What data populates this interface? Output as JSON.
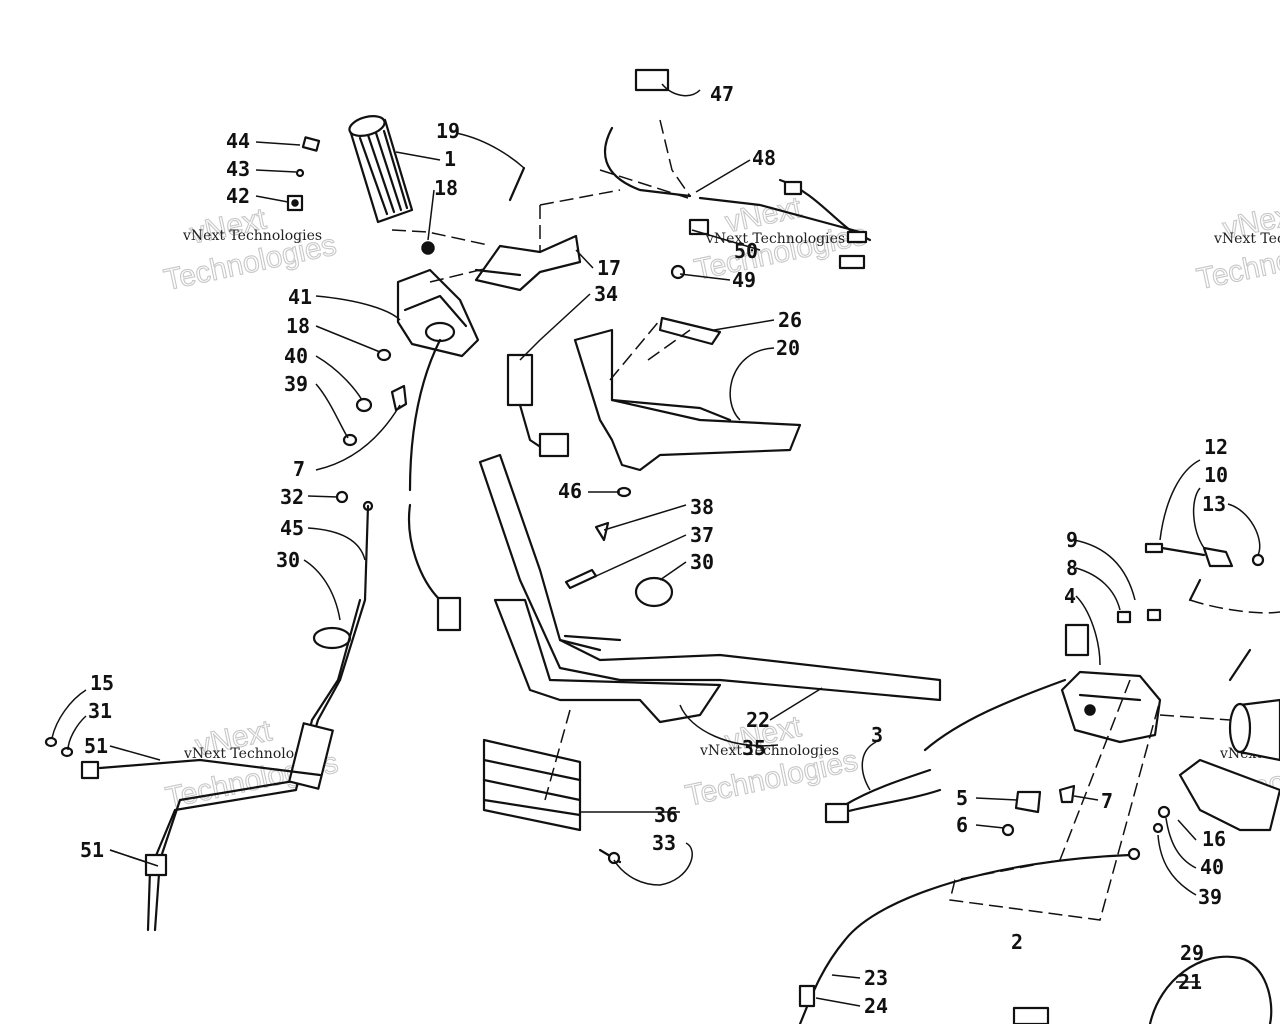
{
  "diagram": {
    "callouts": [
      {
        "id": "c1",
        "text": "1"
      },
      {
        "id": "c2",
        "text": "2"
      },
      {
        "id": "c3",
        "text": "3"
      },
      {
        "id": "c4",
        "text": "4"
      },
      {
        "id": "c5",
        "text": "5"
      },
      {
        "id": "c6",
        "text": "6"
      },
      {
        "id": "c7a",
        "text": "7"
      },
      {
        "id": "c7b",
        "text": "7"
      },
      {
        "id": "c8",
        "text": "8"
      },
      {
        "id": "c9",
        "text": "9"
      },
      {
        "id": "c10",
        "text": "10"
      },
      {
        "id": "c12",
        "text": "12"
      },
      {
        "id": "c13",
        "text": "13"
      },
      {
        "id": "c15",
        "text": "15"
      },
      {
        "id": "c16",
        "text": "16"
      },
      {
        "id": "c17",
        "text": "17"
      },
      {
        "id": "c18a",
        "text": "18"
      },
      {
        "id": "c18b",
        "text": "18"
      },
      {
        "id": "c19",
        "text": "19"
      },
      {
        "id": "c20",
        "text": "20"
      },
      {
        "id": "c21",
        "text": "21"
      },
      {
        "id": "c22",
        "text": "22"
      },
      {
        "id": "c23",
        "text": "23"
      },
      {
        "id": "c24",
        "text": "24"
      },
      {
        "id": "c26",
        "text": "26"
      },
      {
        "id": "c29",
        "text": "29"
      },
      {
        "id": "c30a",
        "text": "30"
      },
      {
        "id": "c30b",
        "text": "30"
      },
      {
        "id": "c31",
        "text": "31"
      },
      {
        "id": "c32",
        "text": "32"
      },
      {
        "id": "c33",
        "text": "33"
      },
      {
        "id": "c34",
        "text": "34"
      },
      {
        "id": "c35",
        "text": "35"
      },
      {
        "id": "c36",
        "text": "36"
      },
      {
        "id": "c37",
        "text": "37"
      },
      {
        "id": "c38",
        "text": "38"
      },
      {
        "id": "c39a",
        "text": "39"
      },
      {
        "id": "c39b",
        "text": "39"
      },
      {
        "id": "c40a",
        "text": "40"
      },
      {
        "id": "c40b",
        "text": "40"
      },
      {
        "id": "c41",
        "text": "41"
      },
      {
        "id": "c42",
        "text": "42"
      },
      {
        "id": "c43",
        "text": "43"
      },
      {
        "id": "c44",
        "text": "44"
      },
      {
        "id": "c45",
        "text": "45"
      },
      {
        "id": "c46",
        "text": "46"
      },
      {
        "id": "c47",
        "text": "47"
      },
      {
        "id": "c48",
        "text": "48"
      },
      {
        "id": "c49",
        "text": "49"
      },
      {
        "id": "c50",
        "text": "50"
      },
      {
        "id": "c51a",
        "text": "51"
      },
      {
        "id": "c51b",
        "text": "51"
      }
    ],
    "watermark": {
      "line1": "vNext",
      "line2": "Technologies",
      "small": "vNext Technologies"
    }
  }
}
